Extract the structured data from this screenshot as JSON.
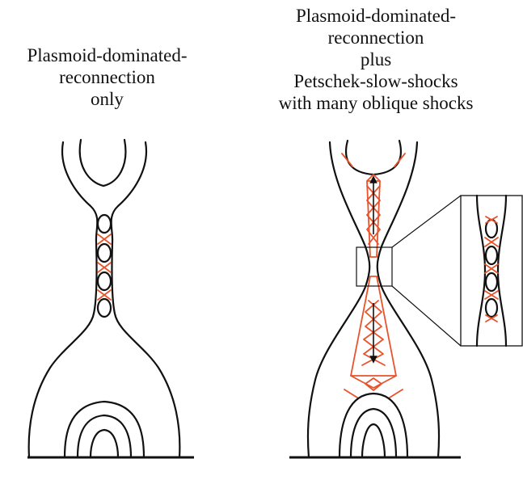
{
  "labels": {
    "left_title": [
      "Plasmoid-dominated-",
      "reconnection",
      "only"
    ],
    "right_title": [
      "Plasmoid-dominated-",
      "reconnection",
      "plus",
      "Petschek-slow-shocks",
      "with many oblique shocks"
    ]
  },
  "colors": {
    "field_line": "#111111",
    "shock": "#e8532b",
    "background": "#ffffff"
  }
}
